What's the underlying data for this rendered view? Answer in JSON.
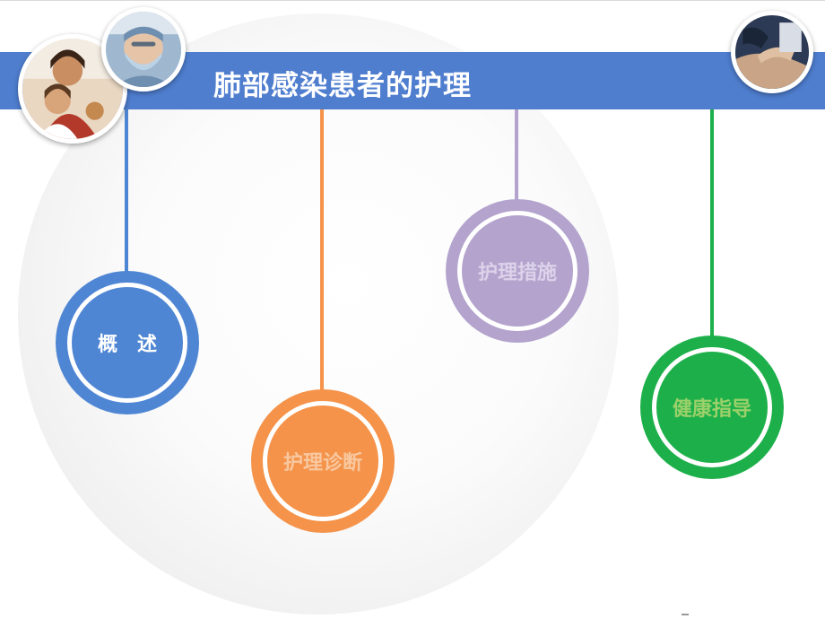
{
  "slide": {
    "title": "肺部感染患者的护理"
  },
  "photos": [
    {
      "name": "mother-child-photo",
      "icon": "family-photo"
    },
    {
      "name": "surgeon-photo",
      "icon": "surgeon-mask-photo"
    },
    {
      "name": "caregiver-hands-photo",
      "icon": "care-hands-photo"
    }
  ],
  "nodes": [
    {
      "label": "概　述",
      "color": "#4f86d4",
      "label_color": "#ffffff"
    },
    {
      "label": "护理诊断",
      "color": "#f5934a",
      "label_color": "#f8c8a0"
    },
    {
      "label": "护理措施",
      "color": "#b3a3cd",
      "label_color": "#dcd2ea"
    },
    {
      "label": "健康指导",
      "color": "#1db04a",
      "label_color": "#9bd06a"
    }
  ]
}
